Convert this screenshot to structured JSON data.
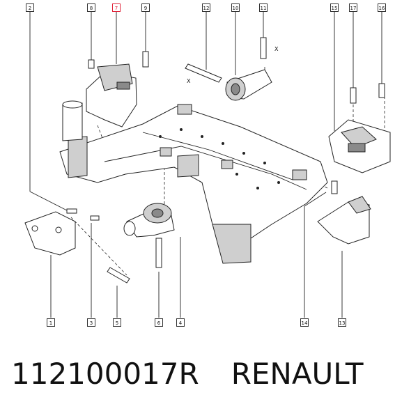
{
  "callouts": {
    "c1": "1",
    "c2": "2",
    "c3": "3",
    "c4": "4",
    "c5": "5",
    "c6": "6",
    "c7": "7",
    "c8": "8",
    "c9": "9",
    "c10": "10",
    "c11": "11",
    "c12": "12",
    "c13": "13",
    "c14": "14",
    "c15": "15",
    "c16": "16",
    "c17": "17"
  },
  "highlight_color": "#e0243a",
  "dimension_labels": {
    "x_a": "X",
    "x_b": "X"
  },
  "caption": {
    "part_number": "112100017R",
    "brand": "RENAULT"
  }
}
